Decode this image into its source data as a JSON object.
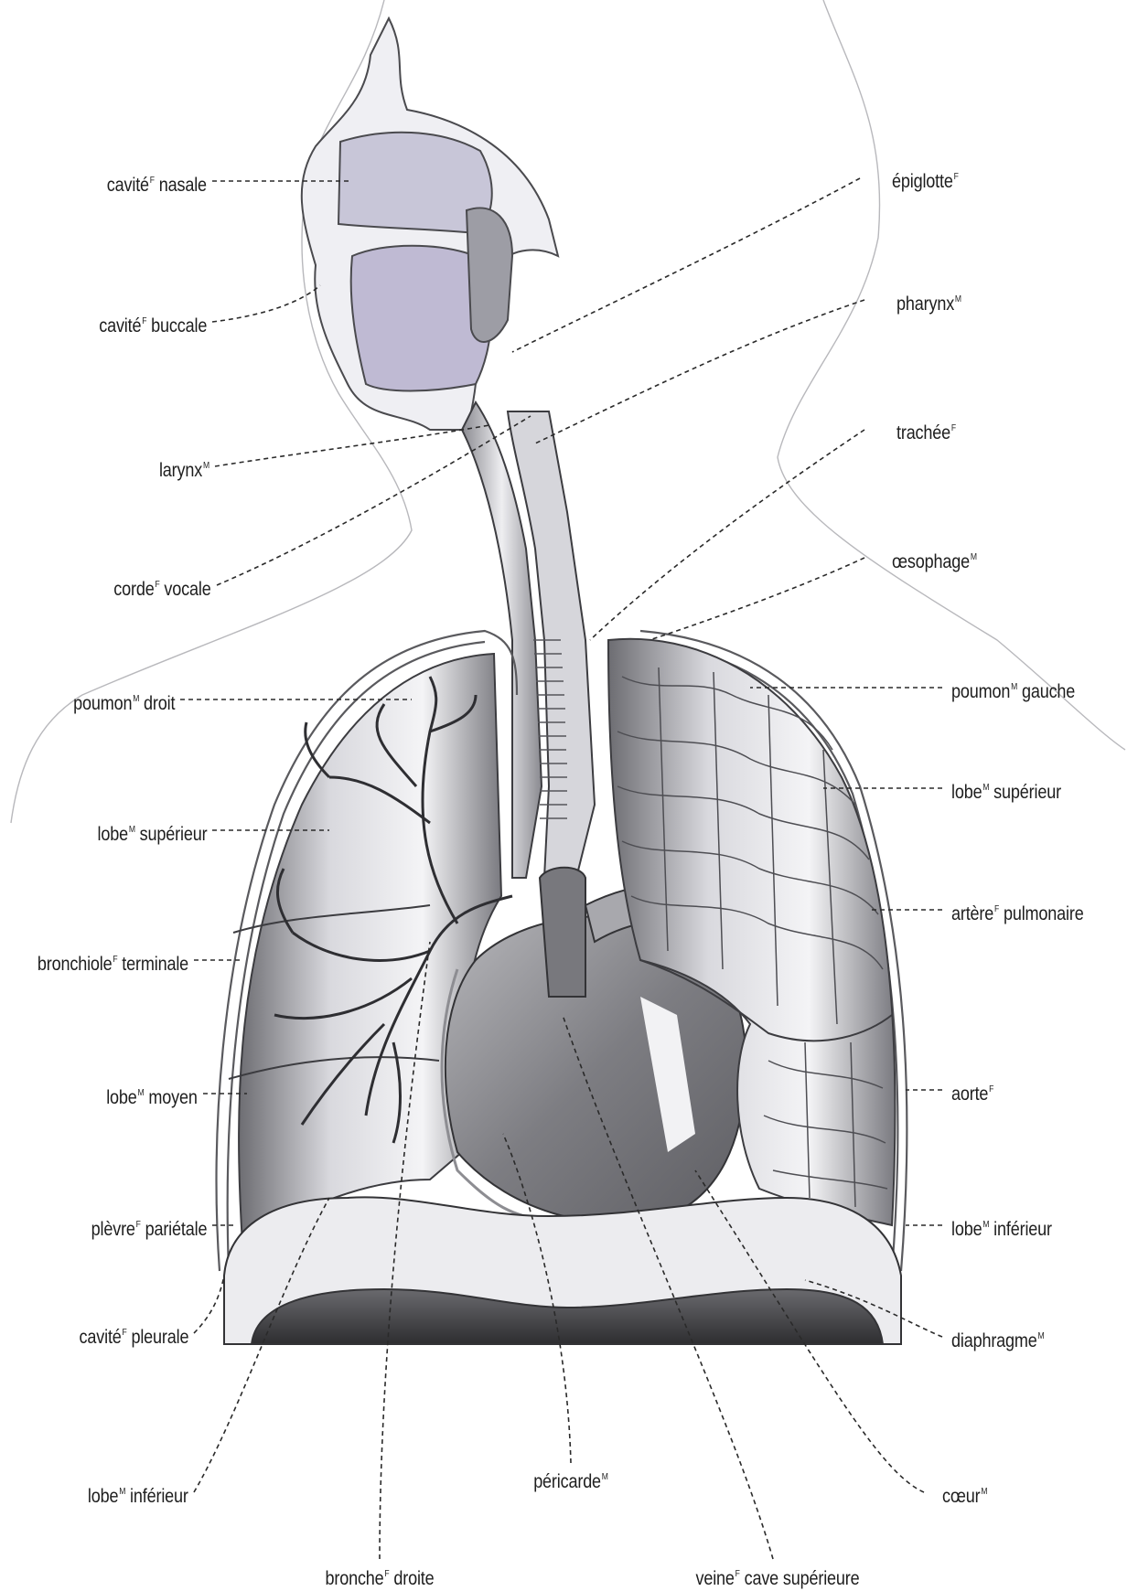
{
  "labels": {
    "cavite_nasale": {
      "text": "cavité",
      "sup": "F",
      "rest": " nasale"
    },
    "cavite_buccale": {
      "text": "cavité",
      "sup": "F",
      "rest": " buccale"
    },
    "larynx": {
      "text": "larynx",
      "sup": "M",
      "rest": ""
    },
    "corde_vocale": {
      "text": "corde",
      "sup": "F",
      "rest": " vocale"
    },
    "poumon_droit": {
      "text": "poumon",
      "sup": "M",
      "rest": " droit"
    },
    "lobe_superieur_left": {
      "text": "lobe",
      "sup": "M",
      "rest": " supérieur"
    },
    "bronchiole_terminale": {
      "text": "bronchiole",
      "sup": "F",
      "rest": " terminale"
    },
    "lobe_moyen": {
      "text": "lobe",
      "sup": "M",
      "rest": " moyen"
    },
    "plevre_parietale": {
      "text": "plèvre",
      "sup": "F",
      "rest": " pariétale"
    },
    "cavite_pleurale": {
      "text": "cavité",
      "sup": "F",
      "rest": " pleurale"
    },
    "lobe_inferieur_left": {
      "text": "lobe",
      "sup": "M",
      "rest": " inférieur"
    },
    "bronche_droite": {
      "text": "bronche",
      "sup": "F",
      "rest": " droite"
    },
    "pericarde": {
      "text": "péricarde",
      "sup": "M",
      "rest": ""
    },
    "veine_cave": {
      "text": "veine",
      "sup": "F",
      "rest": " cave supérieure"
    },
    "coeur": {
      "text": "cœur",
      "sup": "M",
      "rest": ""
    },
    "epiglotte": {
      "text": "épiglotte",
      "sup": "F",
      "rest": ""
    },
    "pharynx": {
      "text": "pharynx",
      "sup": "M",
      "rest": ""
    },
    "trachee": {
      "text": "trachée",
      "sup": "F",
      "rest": ""
    },
    "oesophage": {
      "text": "œsophage",
      "sup": "M",
      "rest": ""
    },
    "poumon_gauche": {
      "text": "poumon",
      "sup": "M",
      "rest": " gauche"
    },
    "lobe_superieur_right": {
      "text": "lobe",
      "sup": "M",
      "rest": " supérieur"
    },
    "artere_pulmonaire": {
      "text": "artère",
      "sup": "F",
      "rest": " pulmonaire"
    },
    "aorte": {
      "text": "aorte",
      "sup": "F",
      "rest": ""
    },
    "lobe_inferieur_right": {
      "text": "lobe",
      "sup": "M",
      "rest": " inférieur"
    },
    "diaphragme": {
      "text": "diaphragme",
      "sup": "M",
      "rest": ""
    }
  },
  "colors": {
    "ink": "#1e1e1e",
    "outline": "#3a3a3a",
    "tissue_light": "#e9e9ee",
    "tissue_mid": "#c9c9d2",
    "cavity": "#cdc8dd",
    "heart": "#8c8c8f",
    "diaphragm_dark": "#4a4a4c"
  }
}
